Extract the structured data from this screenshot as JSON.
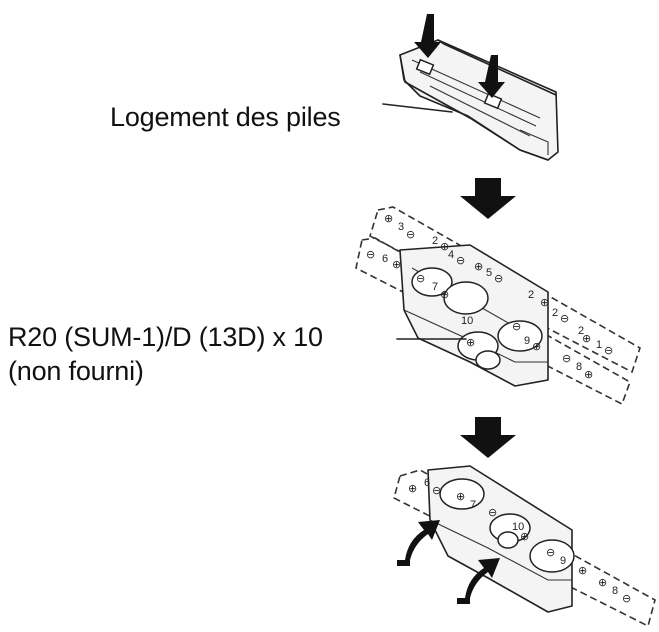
{
  "labels": {
    "battery_compartment": "Logement des piles",
    "battery_spec": "R20 (SUM-1)/D (13D) x 10",
    "not_included": "(non fourni)"
  },
  "cell_numbers": [
    "1",
    "2",
    "3",
    "4",
    "5",
    "6",
    "7",
    "8",
    "9",
    "10"
  ],
  "icons": [
    "down-arrow-icon",
    "insert-arrow-icon",
    "battery-cell-icon"
  ]
}
